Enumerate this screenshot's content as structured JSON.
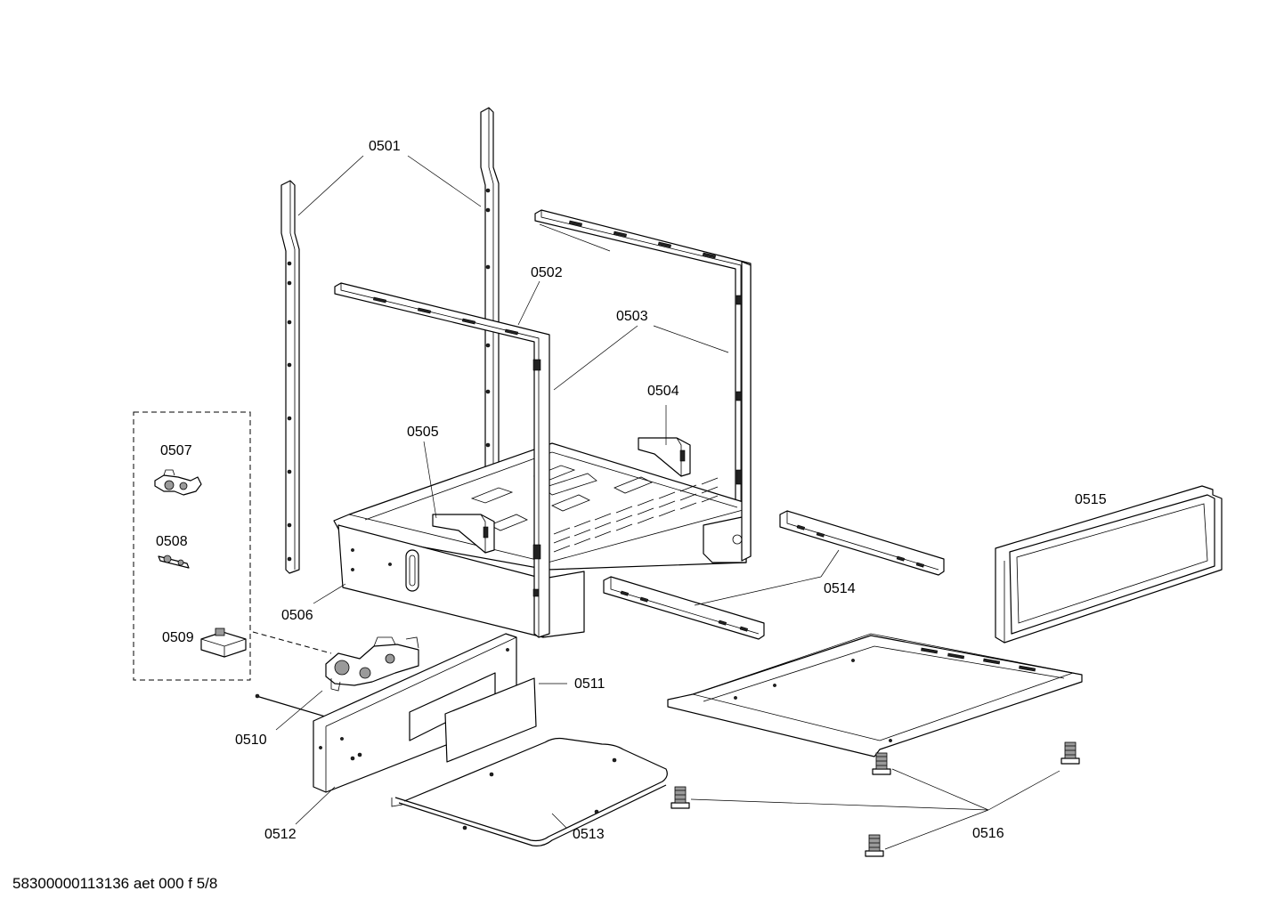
{
  "labels": {
    "p0501": "0501",
    "p0502": "0502",
    "p0503": "0503",
    "p0504": "0504",
    "p0505": "0505",
    "p0506": "0506",
    "p0507": "0507",
    "p0508": "0508",
    "p0509": "0509",
    "p0510": "0510",
    "p0511": "0511",
    "p0512": "0512",
    "p0513": "0513",
    "p0514": "0514",
    "p0515": "0515",
    "p0516": "0516"
  },
  "footer": "58300000113136 aet 000 f 5/8"
}
